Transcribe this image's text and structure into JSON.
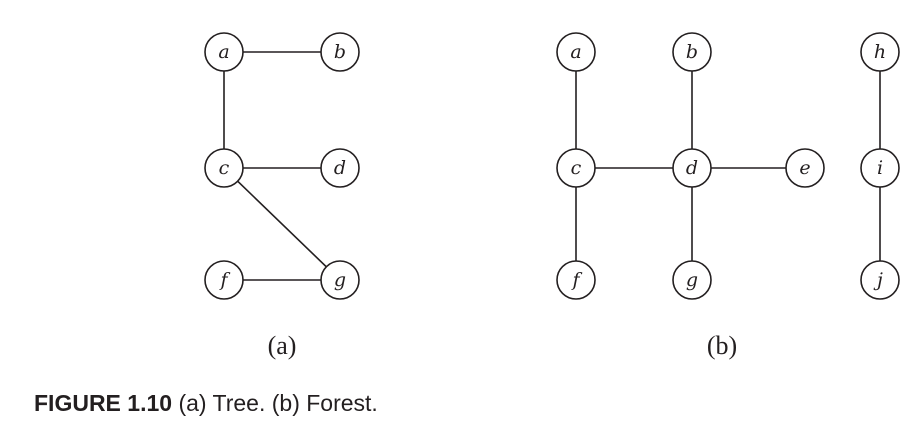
{
  "caption": {
    "label": "FIGURE 1.10",
    "text": "(a) Tree. (b) Forest."
  },
  "diagram_a": {
    "sublabel": "(a)",
    "nodes": [
      "a",
      "b",
      "c",
      "d",
      "f",
      "g"
    ],
    "edges": [
      [
        "a",
        "b"
      ],
      [
        "a",
        "c"
      ],
      [
        "c",
        "d"
      ],
      [
        "c",
        "g"
      ],
      [
        "f",
        "g"
      ]
    ]
  },
  "diagram_b": {
    "sublabel": "(b)",
    "nodes": [
      "a",
      "b",
      "h",
      "c",
      "d",
      "e",
      "i",
      "f",
      "g",
      "j"
    ],
    "edges": [
      [
        "a",
        "c"
      ],
      [
        "c",
        "f"
      ],
      [
        "c",
        "d"
      ],
      [
        "b",
        "d"
      ],
      [
        "d",
        "e"
      ],
      [
        "d",
        "g"
      ],
      [
        "h",
        "i"
      ],
      [
        "i",
        "j"
      ]
    ]
  }
}
